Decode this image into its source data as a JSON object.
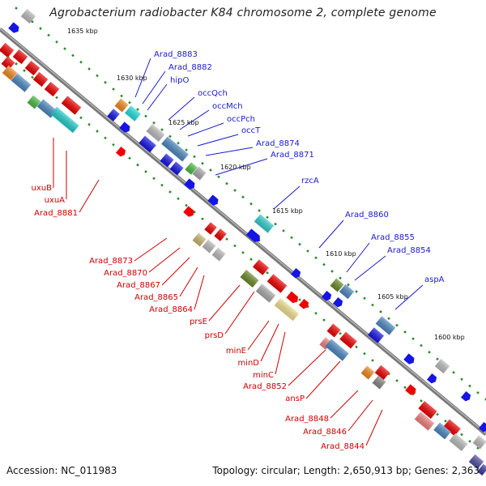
{
  "title": "Agrobacterium radiobacter K84 chromosome 2, complete genome",
  "footer": {
    "accession": "Accession: NC_011983",
    "summary": "Topology: circular; Length: 2,650,913 bp; Genes: 2,363"
  },
  "colors": {
    "forward_label": "#1a1acc",
    "reverse_label": "#cc0000",
    "backbone": "#808080",
    "tick": "#2a8a2a"
  },
  "ruler": [
    {
      "label": "1635 kbp"
    },
    {
      "label": "1630 kbp"
    },
    {
      "label": "1625 kbp"
    },
    {
      "label": "1620 kbp"
    },
    {
      "label": "1615 kbp"
    },
    {
      "label": "1610 kbp"
    },
    {
      "label": "1605 kbp"
    },
    {
      "label": "1600 kbp"
    }
  ],
  "forward_labels": [
    {
      "text": "Arad_8883"
    },
    {
      "text": "Arad_8882"
    },
    {
      "text": "hipO"
    },
    {
      "text": "occQch"
    },
    {
      "text": "occMch"
    },
    {
      "text": "occPch"
    },
    {
      "text": "occT"
    },
    {
      "text": "Arad_8874"
    },
    {
      "text": "Arad_8871"
    },
    {
      "text": "rzcA"
    },
    {
      "text": "Arad_8860"
    },
    {
      "text": "Arad_8855"
    },
    {
      "text": "Arad_8854"
    },
    {
      "text": "aspA"
    }
  ],
  "reverse_labels": [
    {
      "text": "uxuB"
    },
    {
      "text": "uxuA"
    },
    {
      "text": "Arad_8881"
    },
    {
      "text": "Arad_8873"
    },
    {
      "text": "Arad_8870"
    },
    {
      "text": "Arad_8867"
    },
    {
      "text": "Arad_8865"
    },
    {
      "text": "Arad_8864"
    },
    {
      "text": "prsE"
    },
    {
      "text": "prsD"
    },
    {
      "text": "minE"
    },
    {
      "text": "minD"
    },
    {
      "text": "minC"
    },
    {
      "text": "Arad_8852"
    },
    {
      "text": "ansP"
    },
    {
      "text": "Arad_8848"
    },
    {
      "text": "Arad_8846"
    },
    {
      "text": "Arad_8844"
    }
  ]
}
